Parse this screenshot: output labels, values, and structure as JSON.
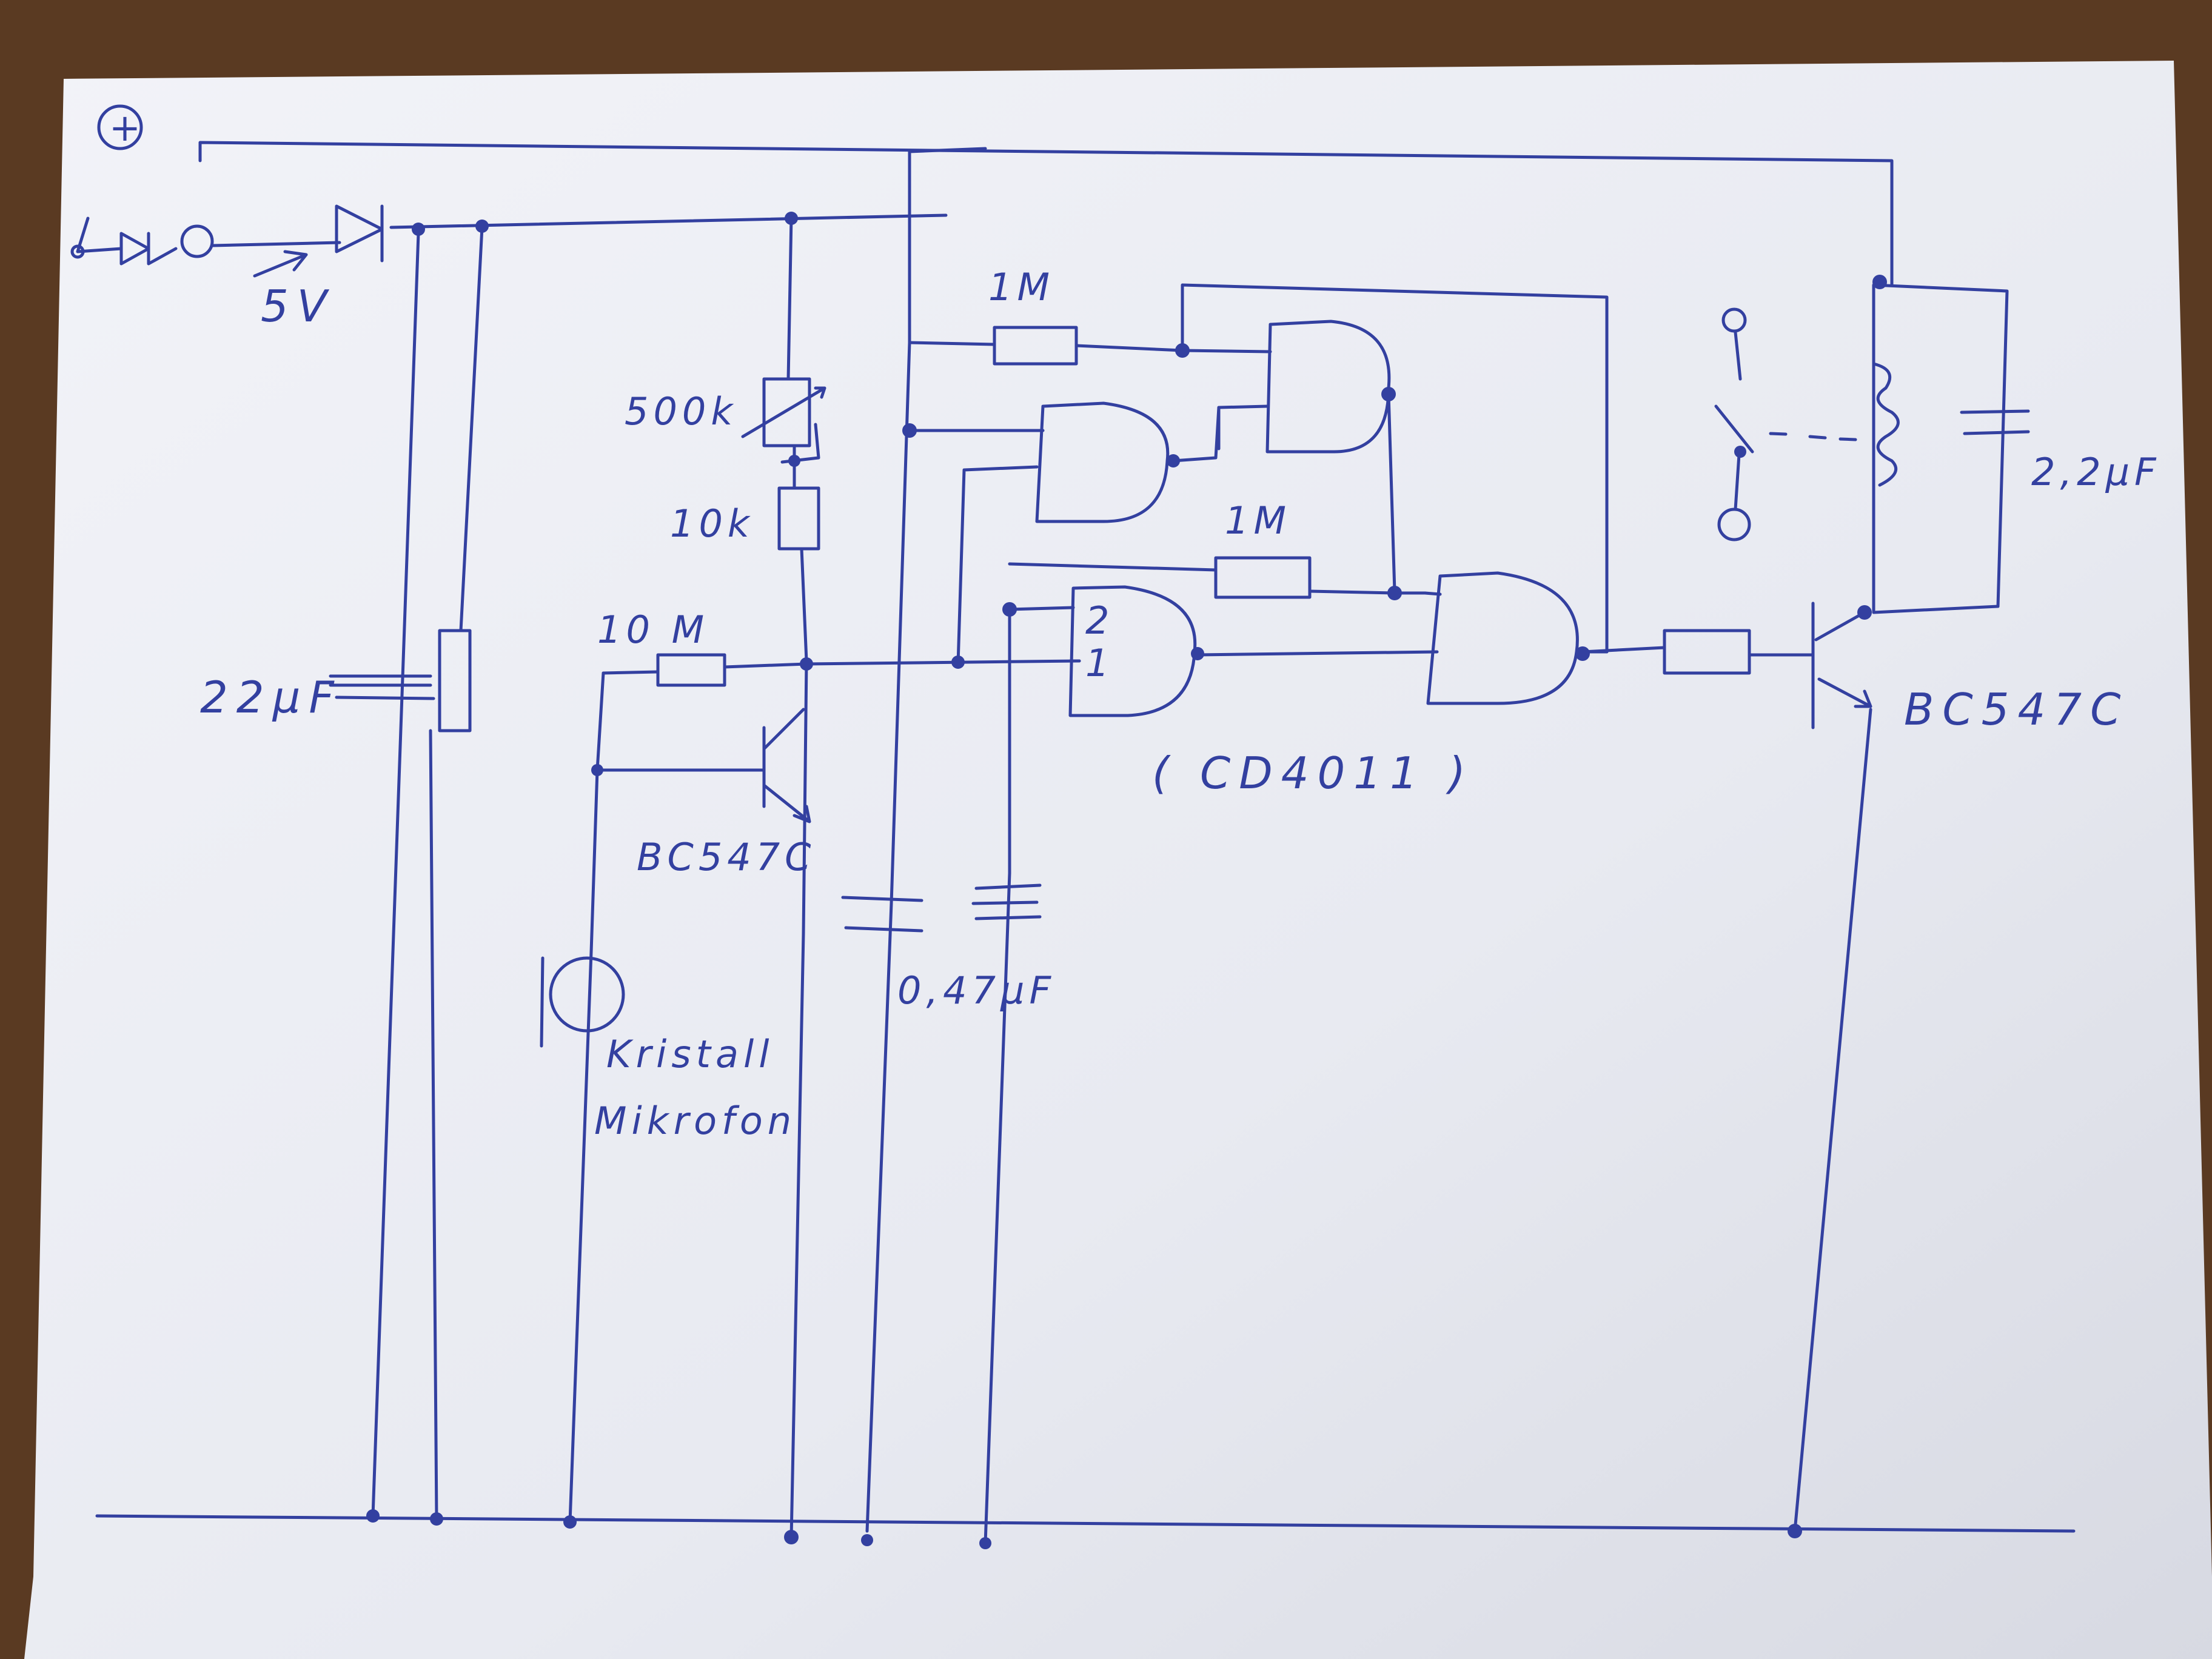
{
  "labels": {
    "plus": "+",
    "voltage": "5V",
    "pot": "500k",
    "r10k": "10k",
    "r10m": "10 M",
    "r1m_top": "1M",
    "r1m_mid": "1M",
    "cap22": "22µF",
    "cap047": "0,47µF",
    "cap22b": "2,2µF",
    "transistor1": "BC547C",
    "transistor2": "BC547C",
    "ic": "( CD4011 )",
    "gate_in2": "2",
    "gate_in1": "1",
    "mic_line1": "Kristall",
    "mic_line2": "Mikrofon"
  },
  "colors": {
    "ink": "#3340a0",
    "paper": "#eceef4",
    "background": "#5a3a22"
  }
}
